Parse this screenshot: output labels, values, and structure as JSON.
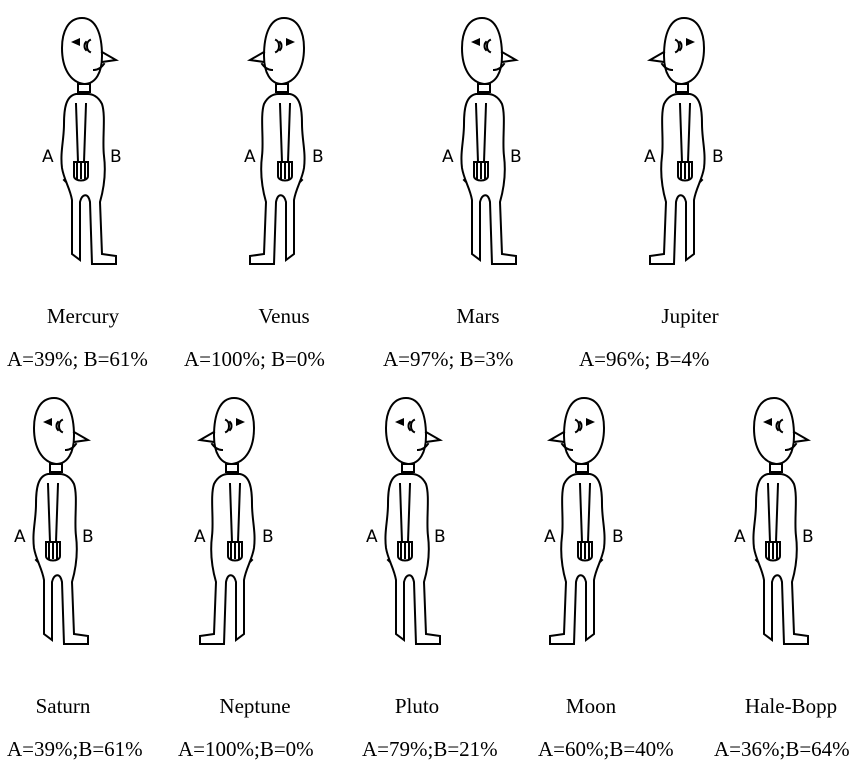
{
  "side_labels": {
    "a": "A",
    "b": "B"
  },
  "figures": [
    {
      "name": "Mercury",
      "ratio": "A=39%; B=61%",
      "facing": "right"
    },
    {
      "name": "Venus",
      "ratio": "A=100%; B=0%",
      "facing": "left"
    },
    {
      "name": "Mars",
      "ratio": "A=97%; B=3%",
      "facing": "right"
    },
    {
      "name": "Jupiter",
      "ratio": "A=96%; B=4%",
      "facing": "left"
    },
    {
      "name": "Saturn",
      "ratio": "A=39%;B=61%",
      "facing": "right"
    },
    {
      "name": "Neptune",
      "ratio": "A=100%;B=0%",
      "facing": "left"
    },
    {
      "name": "Pluto",
      "ratio": "A=79%;B=21%",
      "facing": "right"
    },
    {
      "name": "Moon",
      "ratio": "A=60%;B=40%",
      "facing": "left"
    },
    {
      "name": "Hale-Bopp",
      "ratio": "A=36%;B=64%",
      "facing": "right"
    }
  ]
}
